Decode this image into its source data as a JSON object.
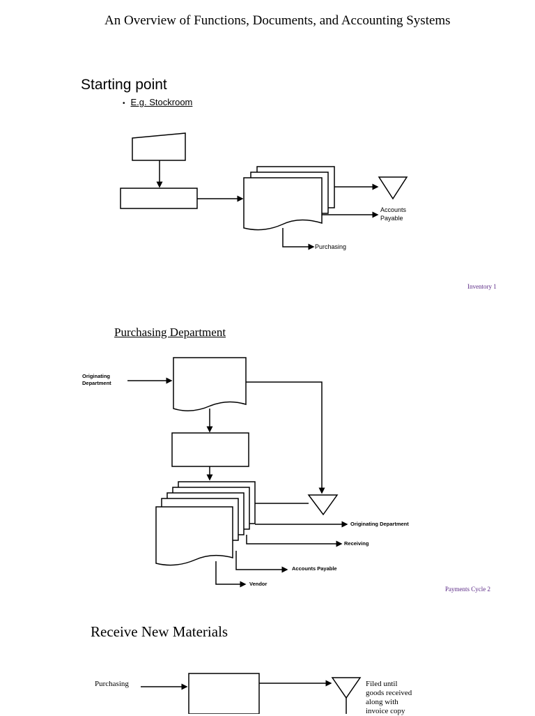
{
  "page": {
    "title": "An Overview of Functions, Documents, and Accounting Systems"
  },
  "section1": {
    "heading": "Starting point",
    "bullet_marker": "•",
    "bullet_text": "E.g. Stockroom",
    "labels": {
      "accounts_payable": "Accounts Payable",
      "purchasing": "Purchasing"
    },
    "footer": "Inventory 1"
  },
  "section2": {
    "heading": "Purchasing Department",
    "labels": {
      "originating_department_in": "Originating Department",
      "originating_department_out": "Originating Department",
      "receiving": "Receiving",
      "accounts_payable": "Accounts Payable",
      "vendor": "Vendor"
    },
    "footer": "Payments Cycle 2"
  },
  "section3": {
    "heading": "Receive New Materials",
    "labels": {
      "purchasing": "Purchasing",
      "filed_note": "Filed until goods received along with invoice copy"
    }
  },
  "colors": {
    "ink": "#000000",
    "footer_text": "#5b2a86"
  }
}
